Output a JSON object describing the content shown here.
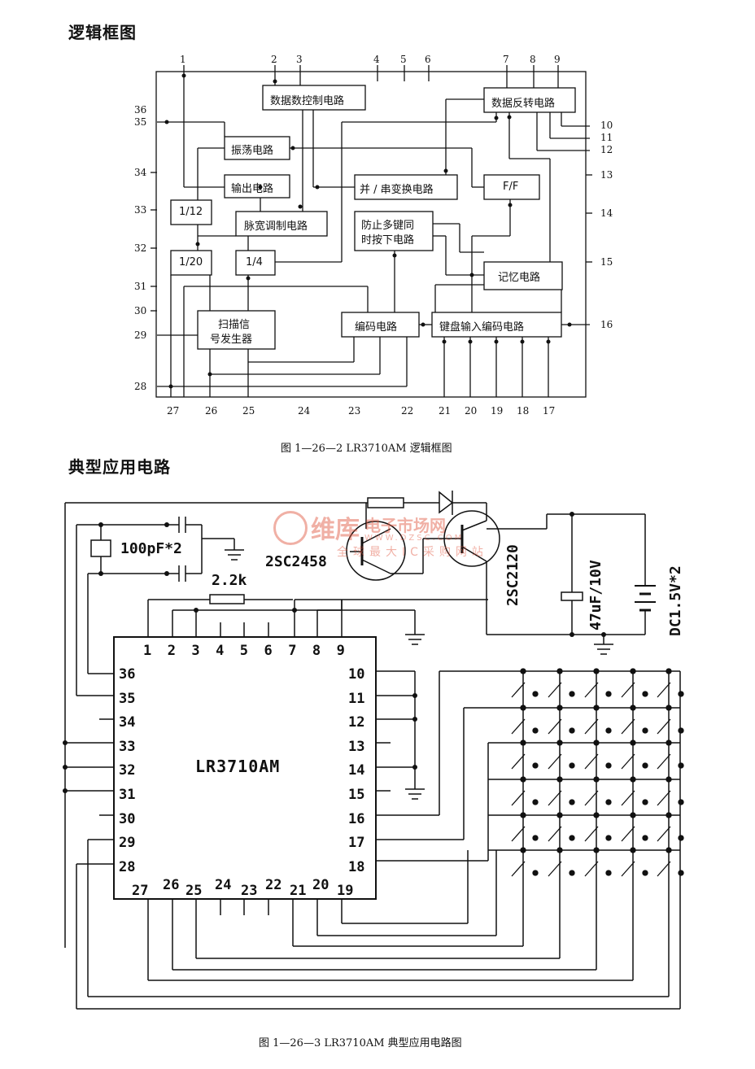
{
  "headings": {
    "logic": "逻辑框图",
    "app": "典型应用电路"
  },
  "captions": {
    "fig2": "图 1—26—2   LR3710AM 逻辑框图",
    "fig3": "图 1—26—3   LR3710AM 典型应用电路图"
  },
  "blocks": {
    "data_ctrl": "数据数控制电路",
    "data_inv": "数据反转电路",
    "osc": "振荡电路",
    "output": "输出电路",
    "ps": "并 / 串变换电路",
    "ff": "F/F",
    "div12": "1/12",
    "pwm": "脉宽调制电路",
    "multi1": "防止多键同",
    "multi2": "时按下电路",
    "div20": "1/20",
    "div4": "1/4",
    "memory": "记忆电路",
    "scan1": "扫描信",
    "scan2": "号发生器",
    "encode": "编码电路",
    "kbd": "键盘输入编码电路"
  },
  "logic_pins": {
    "p1": "1",
    "p2": "2",
    "p3": "3",
    "p4": "4",
    "p5": "5",
    "p6": "6",
    "p7": "7",
    "p8": "8",
    "p9": "9",
    "p10": "10",
    "p11": "11",
    "p12": "12",
    "p13": "13",
    "p14": "14",
    "p15": "15",
    "p16": "16",
    "p17": "17",
    "p18": "18",
    "p19": "19",
    "p20": "20",
    "p21": "21",
    "p22": "22",
    "p23": "23",
    "p24": "24",
    "p25": "25",
    "p26": "26",
    "p27": "27",
    "p28": "28",
    "p29": "29",
    "p30": "30",
    "p31": "31",
    "p32": "32",
    "p33": "33",
    "p34": "34",
    "p35": "35",
    "p36": "36"
  },
  "app": {
    "chip": "LR3710AM",
    "cap": "100pF*2",
    "res": "2.2k",
    "q1": "2SC2458",
    "q2": "2SC2120",
    "ecap": "47uF/10V",
    "battery": "DC1.5V*2",
    "pins_top": [
      "1",
      "2",
      "3",
      "4",
      "5",
      "6",
      "7",
      "8",
      "9"
    ],
    "pins_left": [
      "36",
      "35",
      "34",
      "33",
      "32",
      "31",
      "30",
      "29",
      "28"
    ],
    "pins_right": [
      "10",
      "11",
      "12",
      "13",
      "14",
      "15",
      "16",
      "17",
      "18"
    ],
    "pins_bottom": [
      "27",
      "26",
      "25",
      "24",
      "23",
      "22",
      "21",
      "20",
      "19"
    ]
  },
  "watermark": {
    "brand": "维库",
    "site": "电子市场网",
    "url": "WWW.DZSC.COM",
    "slogan": "全球最大IC采购网站"
  }
}
